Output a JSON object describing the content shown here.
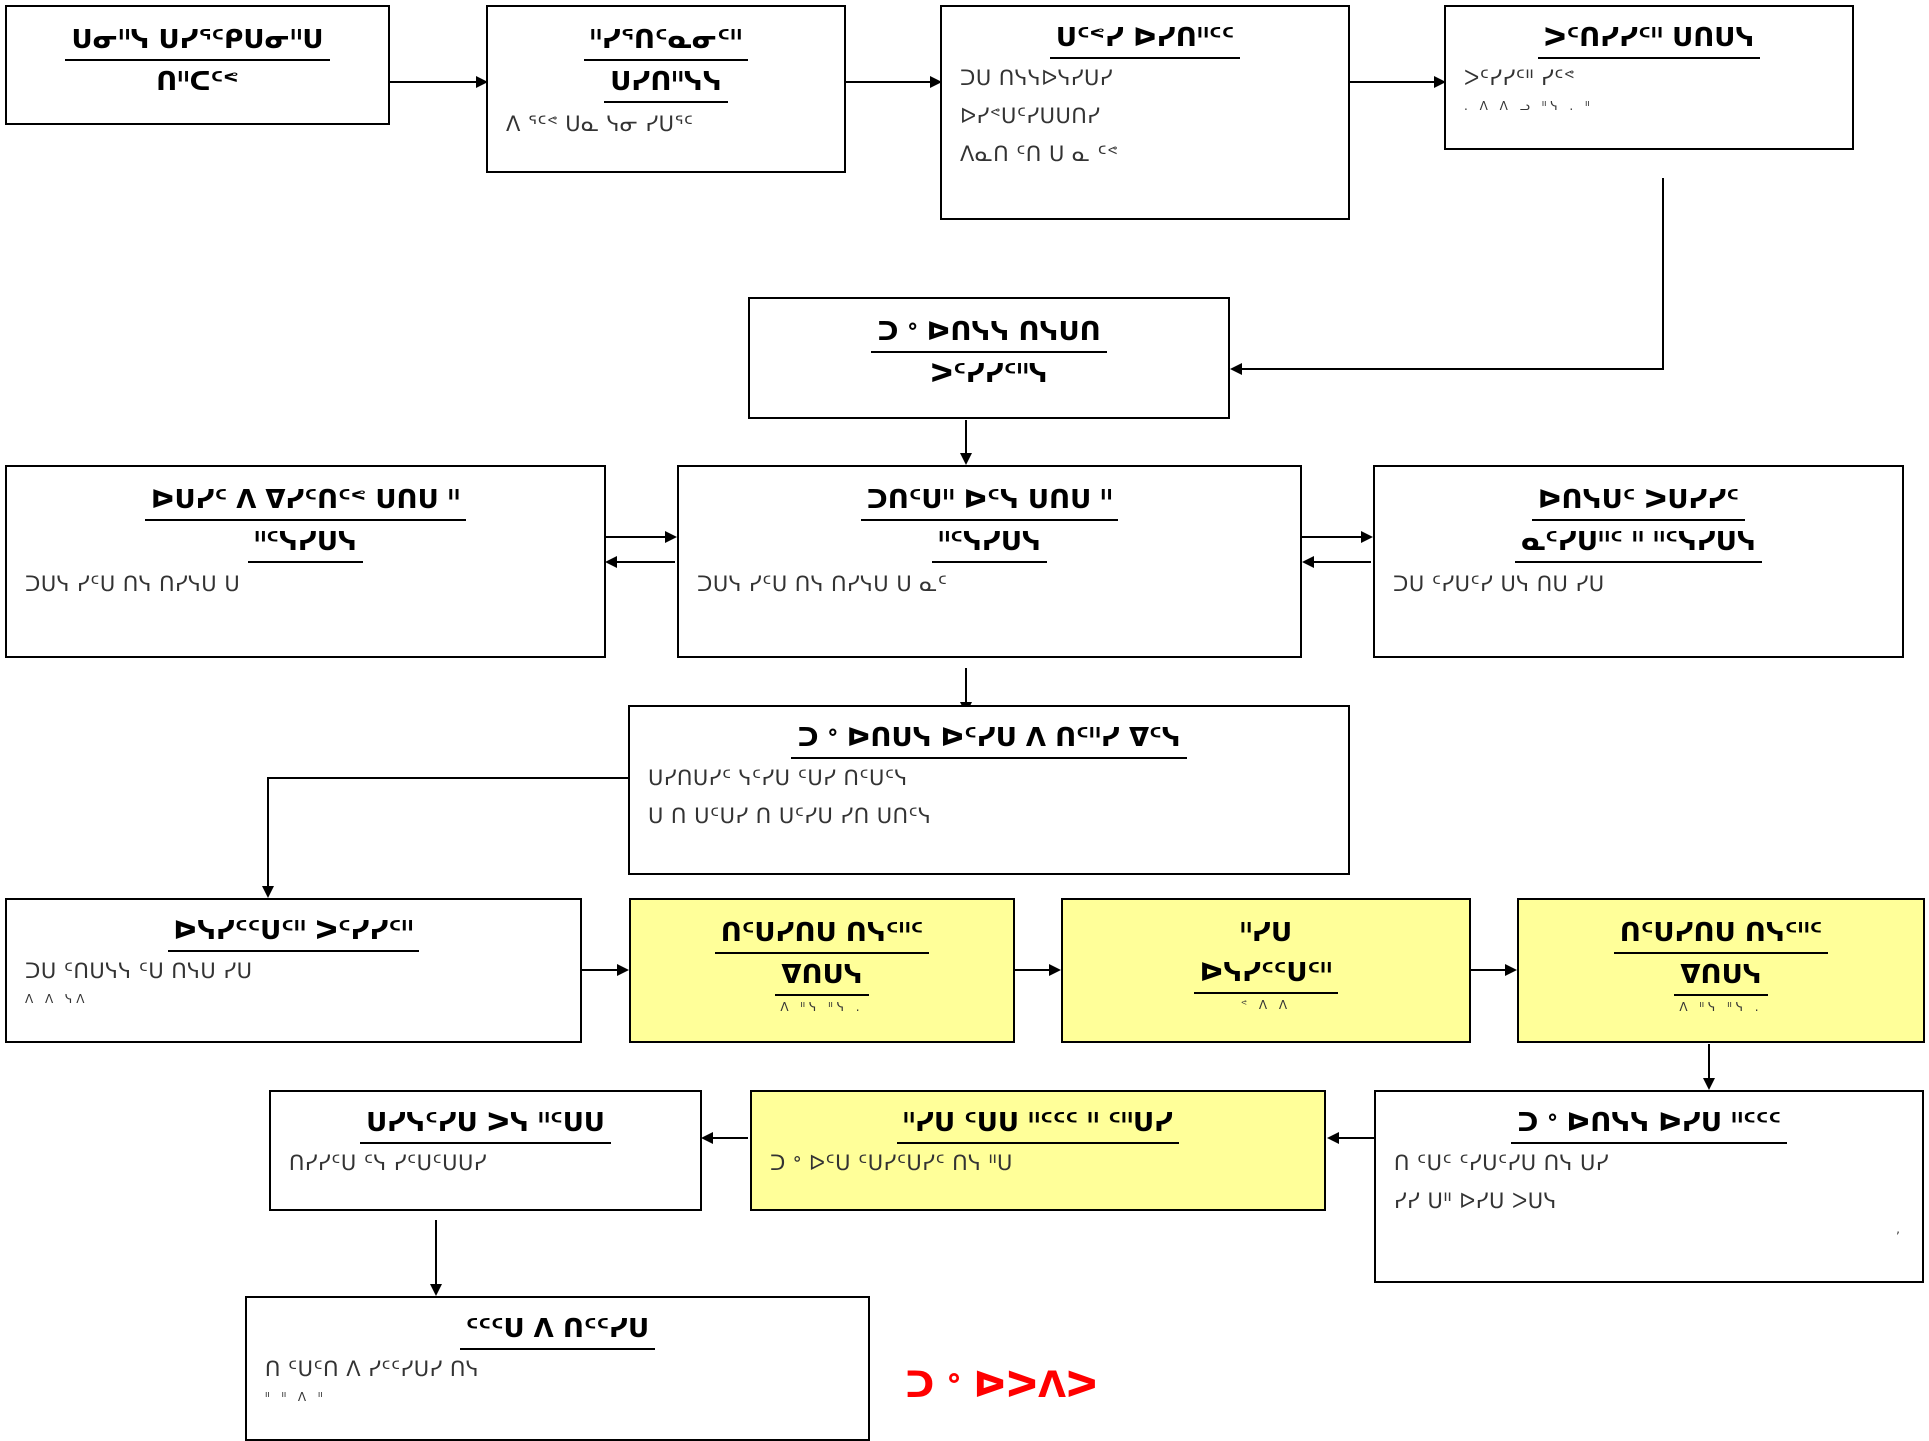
{
  "colors": {
    "highlight": "#ffff99",
    "note": "#ff0000",
    "line": "#000000"
  },
  "boxes": {
    "b1": {
      "title": [
        "ᑌᓂᐦᓭ ᑌᓯᕐᑦᑭᑌᓂᐦᑌ",
        "ᑎᐦᑕᑦᕝ"
      ],
      "lines": []
    },
    "b2": {
      "title": [
        "ᐦᓯᕐᑎᑦᓇᓂᑦᐦ",
        "ᑌᓯᑎᐦᓭᓭ"
      ],
      "lines": [
        "ᐱ ᕐᑦᕝ ᑌᓇ ᓭᓂ ᓯᑌᕐᑦ"
      ]
    },
    "b3": {
      "title": [
        "ᑌᑦᕝᓯ ᐅᓯᑎᐦᑦᑦ"
      ],
      "lines": [
        "ᑐᑌ ᑎᓭᓭᐅᓭᓯᑌᓯ",
        "ᐅᓯᕝᑌᑦᓯᑌᑌᑎᓯ",
        "ᐱᓇᑎ ᑦᑎ ᑌ ᓇ ᑦᕝ"
      ],
      "tiny": ""
    },
    "b4": {
      "title": [
        "ᐳᑦᑎᓯᓯᑦᐦ ᑌᑎᑌᓭ"
      ],
      "lines": [
        "ᐳᑦᓯᓯᑦᐦ ᓯᑦᕝ"
      ],
      "tiny": ". ᐱ ᐱ ᓗ ᐦᓭ . ᐦ"
    },
    "b5": {
      "title": [
        "ᑐ ᐤ ᐅᑎᓭᓭ ᑎᓭᑌᑎ",
        "ᐳᑦᓯᓯᑦᐦᓭ"
      ],
      "lines": []
    },
    "b6": {
      "title": [
        "ᐅᑌᓯᑦ ᐱ ᐁᓯᑦᑎᑦᕝ ᑌᑎᑌ ᐦ",
        "ᐦᑦᓭᓯᑌᓭ"
      ],
      "lines": [
        "ᑐᑌᓭ ᓯᑦᑌ ᑎᓭ ᑎᓯᓭᑌ ᑌ"
      ]
    },
    "b7": {
      "title": [
        "ᑐᑎᑦᑌᐦ ᐅᑦᓭ ᑌᑎᑌ ᐦ",
        "ᐦᑦᓭᓯᑌᓭ"
      ],
      "lines": [
        "ᑐᑌᓭ ᓯᑦᑌ ᑎᓭ ᑎᓯᓭᑌ ᑌ ᓇᑦ"
      ]
    },
    "b8": {
      "title": [
        "ᐅᑎᓭᑌᑦ ᐳᑌᓯᓯᑦ",
        "ᓇᑦᓯᑌᐦᑦ ᐦ ᐦᑦᓭᓯᑌᓭ"
      ],
      "lines": [
        "ᑐᑌ ᑦᓯᑌᑦᓯ ᑌᓭ ᑎᑌ ᓯᑌ"
      ],
      "tiny": ","
    },
    "b9": {
      "title": [
        "ᑐ ᐤ ᐅᑎᑌᓭ ᐅᑦᓯᑌ ᐱ ᑎᑦᐦᓯ ᐁᑦᓭ"
      ],
      "lines": [
        "ᑌᓯᑎᑌᓯᑦ ᓭᑦᓯᑌ ᑦᑌᓯ ᑎᑦᑌᑦᓭ",
        "ᑌ ᑎ ᑌᑦᑌᓯ ᑎ ᑌᑦᓯᑌ ᓯᑎ ᑌᑎᑦᓭ"
      ]
    },
    "b10": {
      "title": [
        "ᐅᓭᓯᑦᑦᑌᑦᐦ ᐳᑦᓯᓯᑦᐦ"
      ],
      "lines": [
        "ᑐᑌ ᑦᑎᑌᓭᓭ ᑦᑌ ᑎᓭᑌ ᓯᑌ"
      ],
      "tiny": "ᐱ ᐱ ᓭᐱ"
    },
    "b11": {
      "title": [
        "ᑎᑦᑌᓯᑎᑌ ᑎᓭᑦᐦᑦ",
        "ᐁᑎᑌᓭ"
      ],
      "lines": [],
      "tiny": "ᐱ ᐦᓭ ᐦᓭ ."
    },
    "b12": {
      "title": [
        "ᐦᓯᑌ",
        "ᐅᓭᓯᑦᑦᑌᑦᐦ"
      ],
      "lines": [],
      "tiny": "ᕝ ᐱ ᐱ"
    },
    "b13": {
      "title": [
        "ᑎᑦᑌᓯᑎᑌ ᑎᓭᑦᐦᑦ",
        "ᐁᑎᑌᓭ"
      ],
      "lines": [],
      "tiny": "ᐱ ᐦᓭ ᐦᓭ ."
    },
    "b14": {
      "title": [
        "ᑐ ᐤ ᐅᑎᓭᓭ ᐅᓯᑌ ᐦᑦᑦᑦ"
      ],
      "lines": [
        "ᑎ ᑦᑌᑦ ᑦᓯᑌᑦᓯᑌ ᑎᓭ ᑌᓯ",
        "ᓯᓯ ᑌᐦ ᐅᓯᑌ ᐳᑌᓭ"
      ],
      "tiny": ","
    },
    "b15": {
      "title": [
        "ᐦᓯᑌ ᑦᑌᑌ ᐦᑦᑦᑦ ᐦ ᑦᐦᑌᓯ"
      ],
      "lines": [
        "ᑐ ᐤ ᐅᑦᑌ ᑦᑌᓯᑦᑌᓯᑦ ᑎᓭ ᐦᑌ"
      ]
    },
    "b16": {
      "title": [
        "ᑌᓯᓭᑦᓯᑌ ᐳᓭ ᐦᑦᑌᑌ"
      ],
      "lines": [
        "ᑎᓯᓯᑦᑌ ᑦᓭ ᓯᑦᑌᑦᑌᑌᓯ"
      ]
    },
    "b17": {
      "title": [
        "ᑦᑦᑦᑌ ᐱ ᑎᑦᑦᓯᑌ"
      ],
      "lines": [
        "ᑎ ᑦᑌᑦᑎ ᐱ ᓯᑦᑦᓯᑌᓯ ᑎᓭ"
      ],
      "tiny": "ᐦ ᐦ ᐱ ᐦ"
    }
  },
  "note": "ᑐ ᐤ ᐅᐳᐱᐳ"
}
